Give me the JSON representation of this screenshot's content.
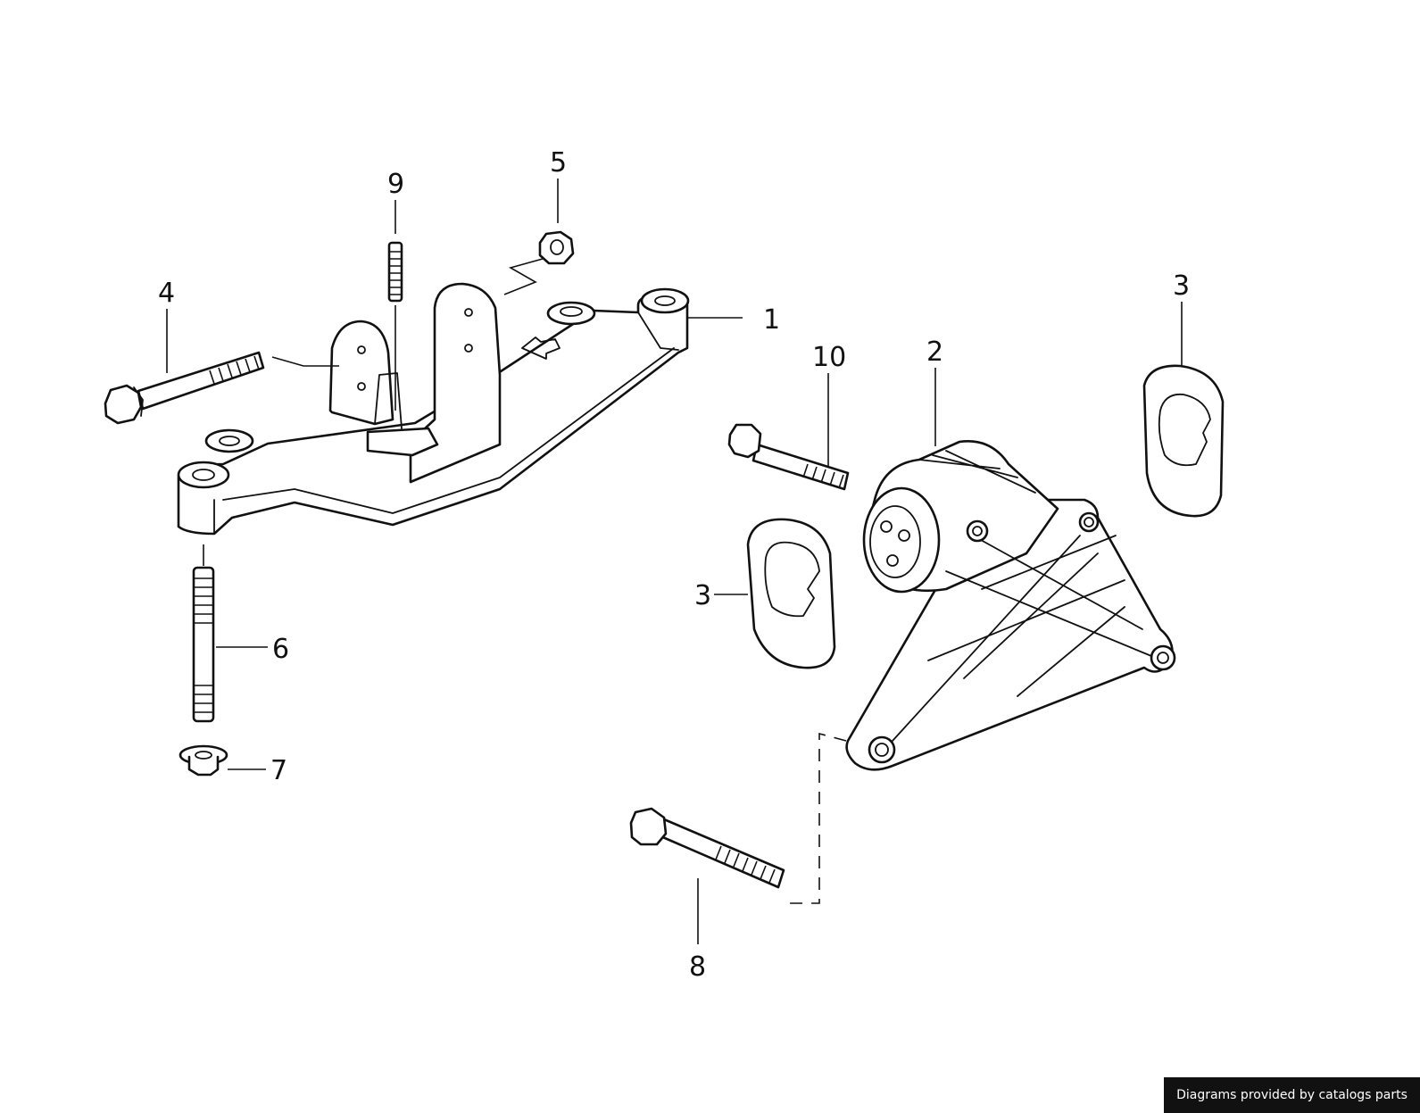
{
  "callouts": [
    {
      "id": "c1",
      "label": "1"
    },
    {
      "id": "c2",
      "label": "2"
    },
    {
      "id": "c3a",
      "label": "3"
    },
    {
      "id": "c3b",
      "label": "3"
    },
    {
      "id": "c4",
      "label": "4"
    },
    {
      "id": "c5",
      "label": "5"
    },
    {
      "id": "c6",
      "label": "6"
    },
    {
      "id": "c7",
      "label": "7"
    },
    {
      "id": "c8",
      "label": "8"
    },
    {
      "id": "c9",
      "label": "9"
    },
    {
      "id": "c10",
      "label": "10"
    }
  ],
  "credit": "Diagrams provided by catalogs parts"
}
